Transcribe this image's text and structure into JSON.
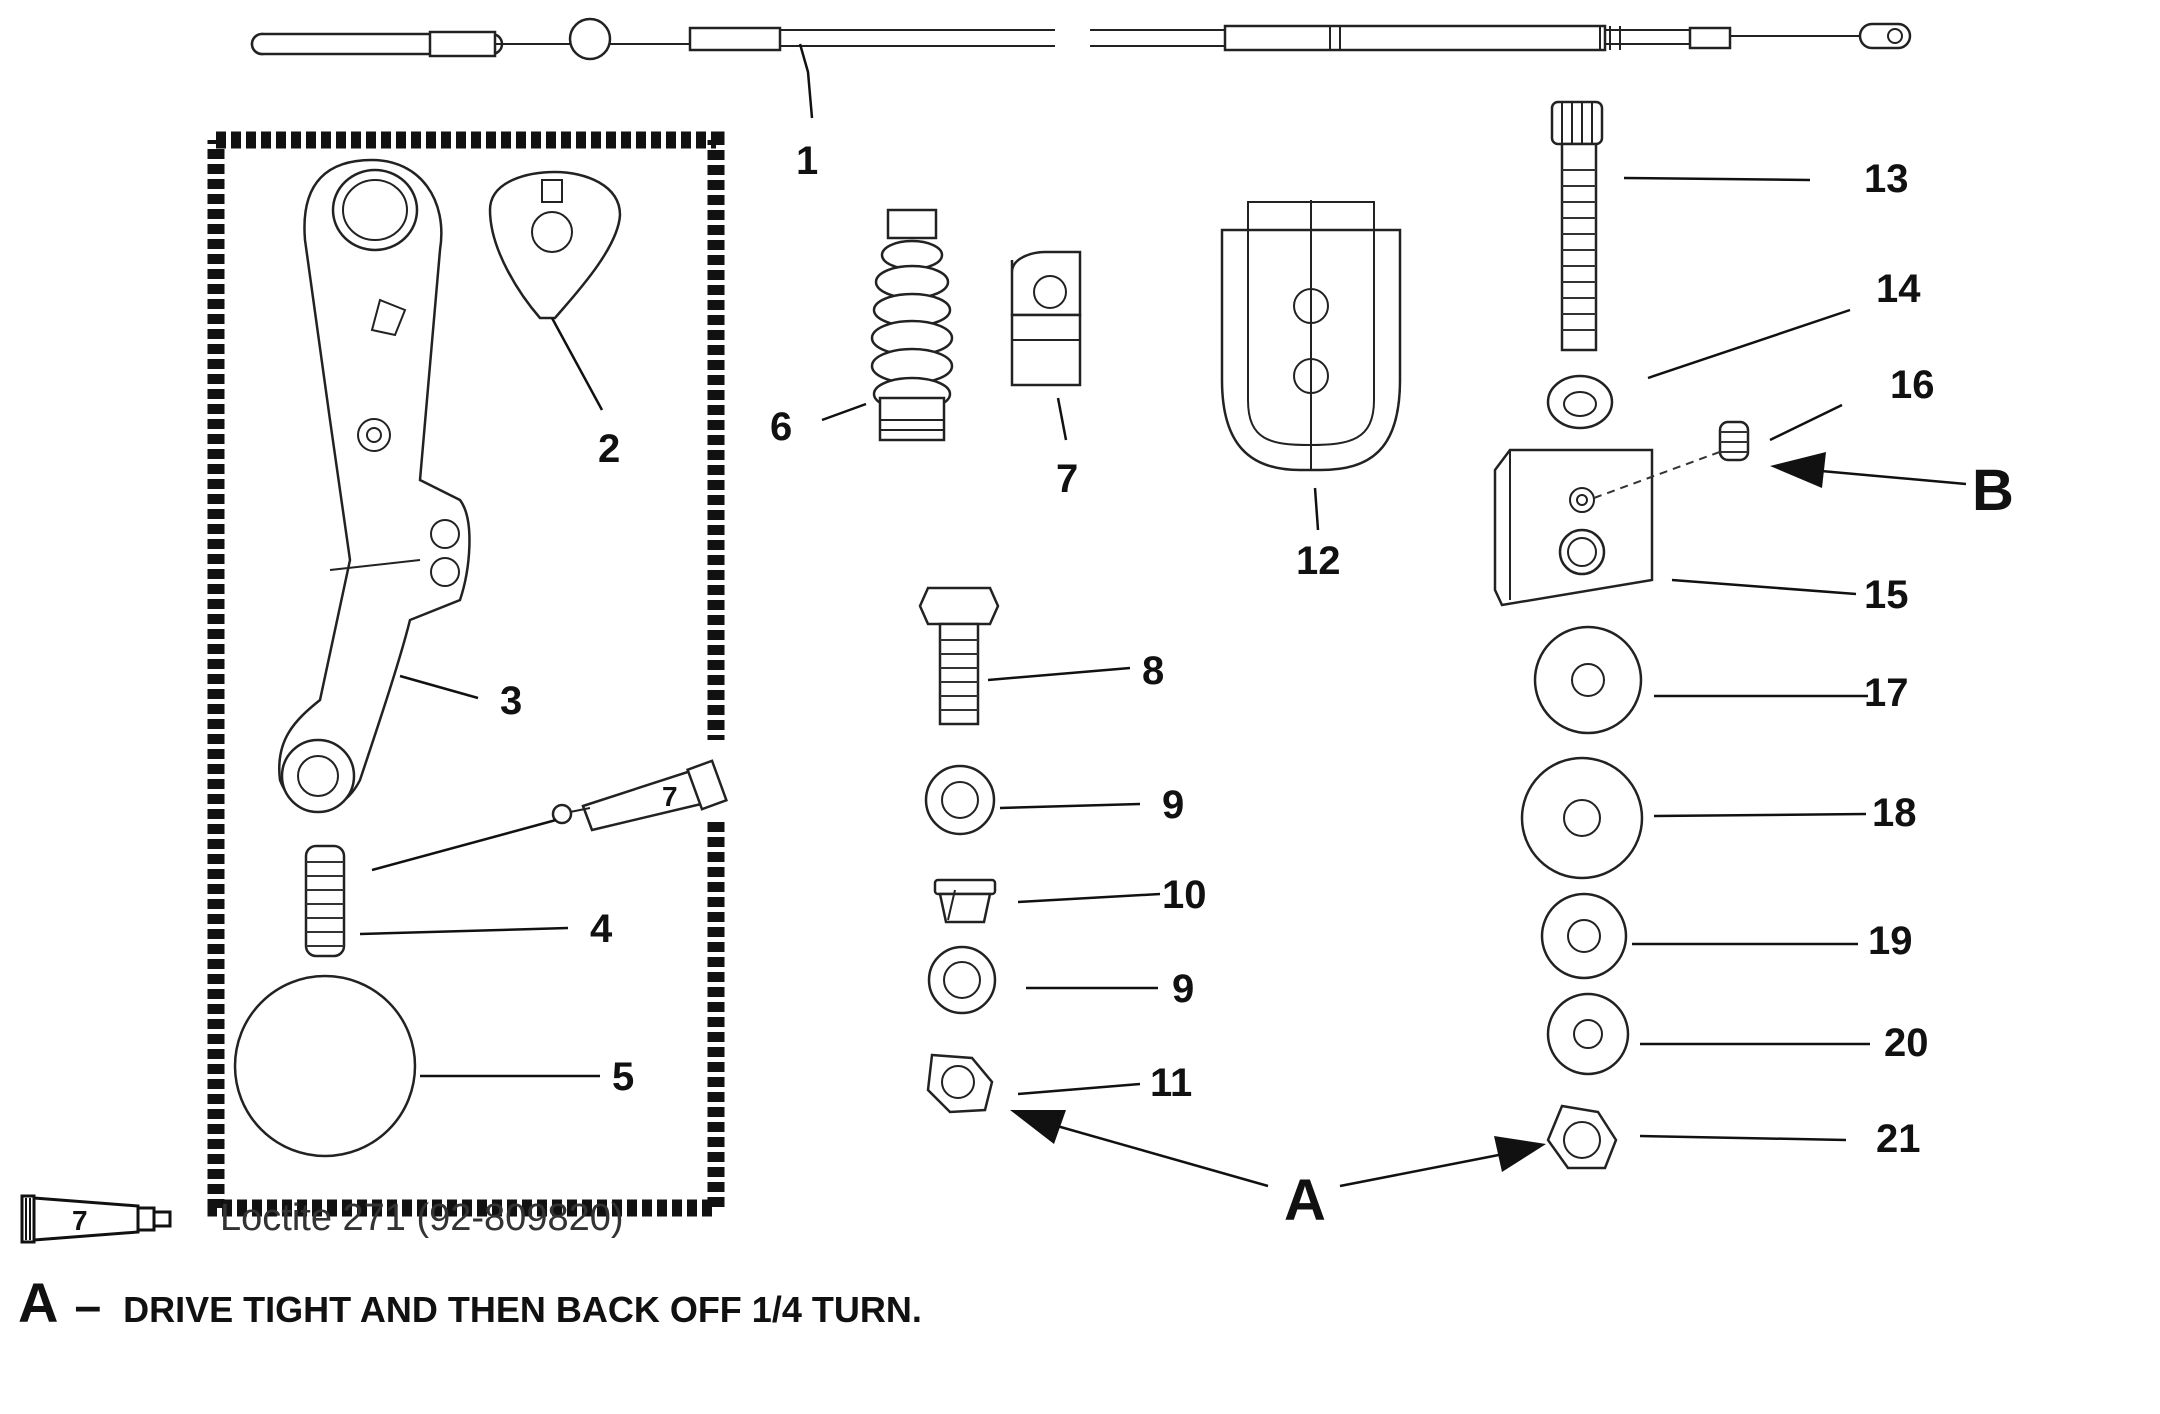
{
  "callouts": {
    "n1": "1",
    "n2": "2",
    "n3": "3",
    "n4": "4",
    "n5": "5",
    "n6": "6",
    "n7": "7",
    "n8": "8",
    "n9a": "9",
    "n9b": "9",
    "n10": "10",
    "n11": "11",
    "n12": "12",
    "n13": "13",
    "n14": "14",
    "n15": "15",
    "n16": "16",
    "n17": "17",
    "n18": "18",
    "n19": "19",
    "n20": "20",
    "n21": "21",
    "letter_a": "A",
    "letter_b": "B"
  },
  "tube_label": "7",
  "legend": {
    "tube_number": "7",
    "text": "Loctite 271 (92-809820)"
  },
  "note": {
    "letter": "A",
    "dash": "–",
    "text": "DRIVE TIGHT AND THEN BACK OFF 1/4 TURN."
  }
}
